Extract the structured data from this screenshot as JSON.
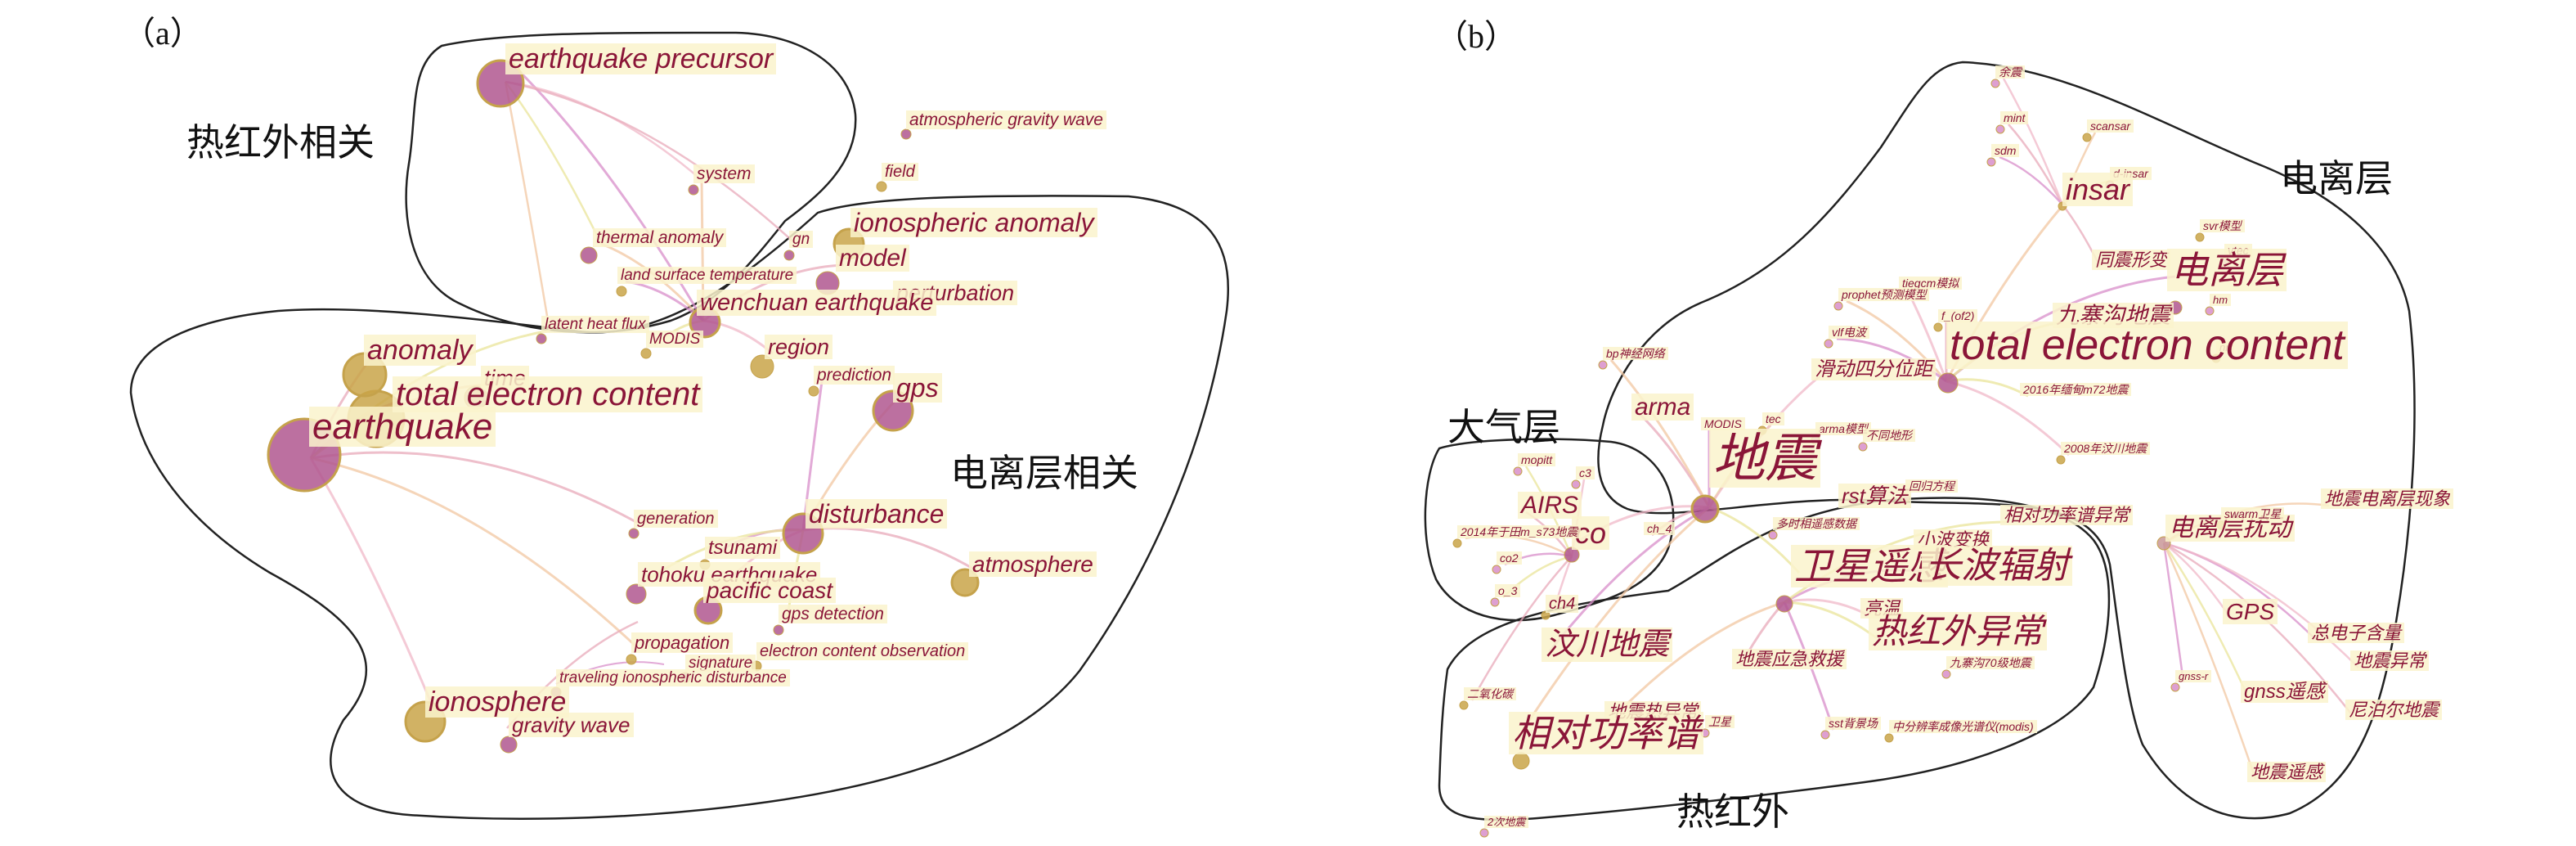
{
  "panels": {
    "a": {
      "label": "（a）",
      "regions": [
        {
          "label": "热红外相关",
          "id": "thermal"
        },
        {
          "label": "电离层相关",
          "id": "ionosphere"
        }
      ],
      "keywords": [
        {
          "id": "earthquake-precursor",
          "text": "earthquake precursor",
          "size": 34
        },
        {
          "id": "atmospheric-gravity-wave",
          "text": "atmospheric gravity wave",
          "size": 21
        },
        {
          "id": "field",
          "text": "field",
          "size": 20
        },
        {
          "id": "system",
          "text": "system",
          "size": 21
        },
        {
          "id": "ionospheric-anomaly",
          "text": "ionospheric anomaly",
          "size": 32
        },
        {
          "id": "thermal-anomaly",
          "text": "thermal anomaly",
          "size": 21
        },
        {
          "id": "gn",
          "text": "gn",
          "size": 19
        },
        {
          "id": "model",
          "text": "model",
          "size": 30
        },
        {
          "id": "land-surface-temperature",
          "text": "land surface temperature",
          "size": 19
        },
        {
          "id": "perturbation",
          "text": "perturbation",
          "size": 27
        },
        {
          "id": "wenchuan-earthquake",
          "text": "wenchuan earthquake",
          "size": 29
        },
        {
          "id": "latent-heat-flux",
          "text": "latent heat flux",
          "size": 19
        },
        {
          "id": "modis-a",
          "text": "MODIS",
          "size": 19
        },
        {
          "id": "anomaly",
          "text": "anomaly",
          "size": 34
        },
        {
          "id": "region",
          "text": "region",
          "size": 27
        },
        {
          "id": "prediction",
          "text": "prediction",
          "size": 21
        },
        {
          "id": "time",
          "text": "time",
          "size": 27
        },
        {
          "id": "gps-a",
          "text": "gps",
          "size": 32
        },
        {
          "id": "total-electron-content-a",
          "text": "total electron content",
          "size": 40
        },
        {
          "id": "earthquake",
          "text": "earthquake",
          "size": 44
        },
        {
          "id": "generation",
          "text": "generation",
          "size": 20
        },
        {
          "id": "disturbance",
          "text": "disturbance",
          "size": 32
        },
        {
          "id": "tsunami",
          "text": "tsunami",
          "size": 24
        },
        {
          "id": "atmosphere",
          "text": "atmosphere",
          "size": 28
        },
        {
          "id": "tohoku-earthquake",
          "text": "tohoku earthquake",
          "size": 26
        },
        {
          "id": "pacific-coast",
          "text": "pacific coast",
          "size": 28
        },
        {
          "id": "gps-detection",
          "text": "gps detection",
          "size": 21
        },
        {
          "id": "propagation",
          "text": "propagation",
          "size": 22
        },
        {
          "id": "signature",
          "text": "signature",
          "size": 19
        },
        {
          "id": "electron-content-observation",
          "text": "electron content observation",
          "size": 20
        },
        {
          "id": "traveling-ionospheric-disturbance",
          "text": "traveling ionospheric disturbance",
          "size": 19
        },
        {
          "id": "ionosphere",
          "text": "ionosphere",
          "size": 34
        },
        {
          "id": "gravity-wave",
          "text": "gravity wave",
          "size": 26
        }
      ]
    },
    "b": {
      "label": "（b）",
      "regions": [
        {
          "label": "电离层",
          "id": "ionosphere"
        },
        {
          "label": "大气层",
          "id": "atmosphere"
        },
        {
          "label": "热红外",
          "id": "thermal"
        }
      ],
      "keywords": [
        {
          "id": "yuhuo",
          "text": "余震",
          "size": 14
        },
        {
          "id": "mint",
          "text": "mint",
          "size": 14
        },
        {
          "id": "scansar",
          "text": "scansar",
          "size": 14
        },
        {
          "id": "sdm",
          "text": "sdm",
          "size": 14
        },
        {
          "id": "d-insar",
          "text": "d-insar",
          "size": 14
        },
        {
          "id": "insar",
          "text": "insar",
          "size": 36
        },
        {
          "id": "svr-model",
          "text": "svr模型",
          "size": 14
        },
        {
          "id": "tonzhen-xingbian",
          "text": "同震形变",
          "size": 22
        },
        {
          "id": "vtec",
          "text": "vtec",
          "size": 14
        },
        {
          "id": "dianliceng-b",
          "text": "电离层",
          "size": 46
        },
        {
          "id": "tiegcm",
          "text": "tiegcm模拟",
          "size": 14
        },
        {
          "id": "prophet",
          "text": "prophet预测模型",
          "size": 14
        },
        {
          "id": "hm",
          "text": "hm",
          "size": 13
        },
        {
          "id": "f-of2",
          "text": "f_(of2)",
          "size": 14
        },
        {
          "id": "jiuzhaigou",
          "text": "九寨沟地震",
          "size": 28
        },
        {
          "id": "vlf",
          "text": "vlf电波",
          "size": 14
        },
        {
          "id": "nn",
          "text": "nn",
          "size": 13
        },
        {
          "id": "bp",
          "text": "bp神经网络",
          "size": 14
        },
        {
          "id": "tec-b",
          "text": "total electron content",
          "size": 52
        },
        {
          "id": "huadong-sifenwei",
          "text": "滑动四分位距",
          "size": 24
        },
        {
          "id": "m72",
          "text": "2016年缅甸m72地震",
          "size": 14
        },
        {
          "id": "arma",
          "text": "arma",
          "size": 30
        },
        {
          "id": "modis-b",
          "text": "MODIS",
          "size": 14
        },
        {
          "id": "tec-small",
          "text": "tec",
          "size": 14
        },
        {
          "id": "arma-model",
          "text": "arma模型",
          "size": 14
        },
        {
          "id": "butong-dixing",
          "text": "不同地形",
          "size": 14
        },
        {
          "id": "2008-wenchuan",
          "text": "2008年汶川地震",
          "size": 14
        },
        {
          "id": "dizhen",
          "text": "地震",
          "size": 64
        },
        {
          "id": "rst",
          "text": "rst算法",
          "size": 26
        },
        {
          "id": "huigui",
          "text": "回归方程",
          "size": 14
        },
        {
          "id": "duoshixiang",
          "text": "多时相遥感数据",
          "size": 14
        },
        {
          "id": "xiangdui-yichang",
          "text": "相对功率谱异常",
          "size": 22
        },
        {
          "id": "dianliceng-raodong",
          "text": "电离层扰动",
          "size": 30
        },
        {
          "id": "swarm",
          "text": "swarm卫星",
          "size": 14
        },
        {
          "id": "dizhen-dianliceng-xianxiang",
          "text": "地震电离层现象",
          "size": 22
        },
        {
          "id": "mopitt",
          "text": "mopitt",
          "size": 14
        },
        {
          "id": "c3",
          "text": "c3",
          "size": 14
        },
        {
          "id": "airs",
          "text": "AIRS",
          "size": 30
        },
        {
          "id": "chi4",
          "text": "ch_4",
          "size": 14
        },
        {
          "id": "co",
          "text": "co",
          "size": 36
        },
        {
          "id": "2014",
          "text": "2014年于田m_s73地震",
          "size": 14
        },
        {
          "id": "co2",
          "text": "co2",
          "size": 14
        },
        {
          "id": "o3",
          "text": "o_3",
          "size": 14
        },
        {
          "id": "ch4",
          "text": "ch4",
          "size": 20
        },
        {
          "id": "xiaobo",
          "text": "小波变换",
          "size": 22
        },
        {
          "id": "weixing-yaogan",
          "text": "卫星遥感",
          "size": 46
        },
        {
          "id": "changbo-fushe",
          "text": "长波辐射",
          "size": 44
        },
        {
          "id": "liangwen",
          "text": "亮温",
          "size": 22
        },
        {
          "id": "rerewai-yichang",
          "text": "热红外异常",
          "size": 42
        },
        {
          "id": "gps-b",
          "text": "GPS",
          "size": 28
        },
        {
          "id": "zong-dianzi",
          "text": "总电子含量",
          "size": 22
        },
        {
          "id": "wenchuan-b",
          "text": "汶川地震",
          "size": 38
        },
        {
          "id": "yingji",
          "text": "地震应急救援",
          "size": 22
        },
        {
          "id": "jiuzhaigou-70",
          "text": "九寨沟70级地震",
          "size": 14
        },
        {
          "id": "dizhen-yichang",
          "text": "地震异常",
          "size": 22
        },
        {
          "id": "gnss-r",
          "text": "gnss-r",
          "size": 13
        },
        {
          "id": "gnss-yaogan",
          "text": "gnss遥感",
          "size": 24
        },
        {
          "id": "erhua",
          "text": "二氧化碳",
          "size": 14
        },
        {
          "id": "dizhen-re-yichang",
          "text": "地震热异常",
          "size": 22
        },
        {
          "id": "weixing-small",
          "text": "卫星",
          "size": 14
        },
        {
          "id": "niboer",
          "text": "尼泊尔地震",
          "size": 22
        },
        {
          "id": "sst",
          "text": "sst背景场",
          "size": 14
        },
        {
          "id": "modis-cn",
          "text": "中分辨率成像光谱仪(modis)",
          "size": 14
        },
        {
          "id": "xiangdui-gonglvpu",
          "text": "相对功率谱",
          "size": 46
        },
        {
          "id": "dizhen-yaogan",
          "text": "地震遥感",
          "size": 22
        },
        {
          "id": "2ci",
          "text": "2次地震",
          "size": 13
        }
      ]
    }
  }
}
